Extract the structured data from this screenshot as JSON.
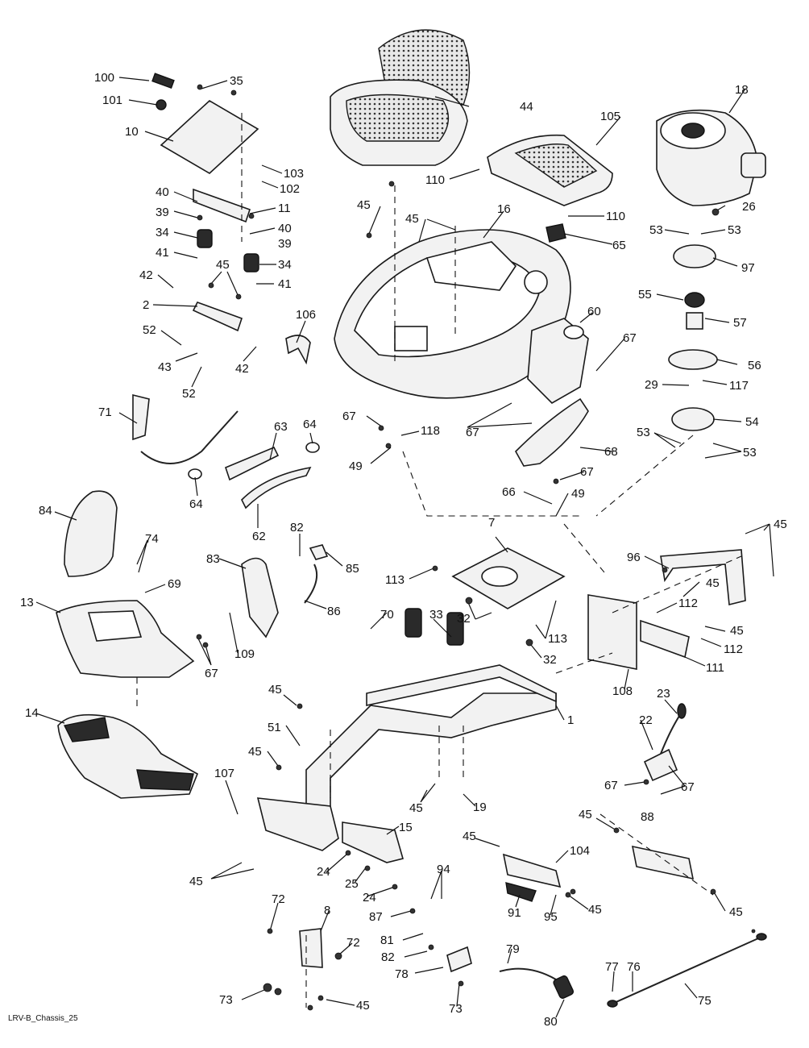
{
  "footer": {
    "drawing_id": "LRV-B_Chassis_25"
  },
  "parts": [
    {
      "id": "n100",
      "label": "100"
    },
    {
      "id": "n101",
      "label": "101"
    },
    {
      "id": "n35",
      "label": "35"
    },
    {
      "id": "n10",
      "label": "10"
    },
    {
      "id": "n103",
      "label": "103"
    },
    {
      "id": "n102",
      "label": "102"
    },
    {
      "id": "n40a",
      "label": "40"
    },
    {
      "id": "n39a",
      "label": "39"
    },
    {
      "id": "n11",
      "label": "11"
    },
    {
      "id": "n34a",
      "label": "34"
    },
    {
      "id": "n40b",
      "label": "40"
    },
    {
      "id": "n39b",
      "label": "39"
    },
    {
      "id": "n41a",
      "label": "41"
    },
    {
      "id": "n34b",
      "label": "34"
    },
    {
      "id": "n45a",
      "label": "45"
    },
    {
      "id": "n42a",
      "label": "42"
    },
    {
      "id": "n41b",
      "label": "41"
    },
    {
      "id": "n2",
      "label": "2"
    },
    {
      "id": "n106",
      "label": "106"
    },
    {
      "id": "n52a",
      "label": "52"
    },
    {
      "id": "n43",
      "label": "43"
    },
    {
      "id": "n42b",
      "label": "42"
    },
    {
      "id": "n52b",
      "label": "52"
    },
    {
      "id": "n71",
      "label": "71"
    },
    {
      "id": "n63",
      "label": "63"
    },
    {
      "id": "n64a",
      "label": "64"
    },
    {
      "id": "n64b",
      "label": "64"
    },
    {
      "id": "n62",
      "label": "62"
    },
    {
      "id": "n84",
      "label": "84"
    },
    {
      "id": "n74",
      "label": "74"
    },
    {
      "id": "n69",
      "label": "69"
    },
    {
      "id": "n13",
      "label": "13"
    },
    {
      "id": "n14",
      "label": "14"
    },
    {
      "id": "n82a",
      "label": "82"
    },
    {
      "id": "n85",
      "label": "85"
    },
    {
      "id": "n83",
      "label": "83"
    },
    {
      "id": "n86",
      "label": "86"
    },
    {
      "id": "n67a",
      "label": "67"
    },
    {
      "id": "n109",
      "label": "109"
    },
    {
      "id": "n44",
      "label": "44"
    },
    {
      "id": "n105",
      "label": "105"
    },
    {
      "id": "n110a",
      "label": "110"
    },
    {
      "id": "n110b",
      "label": "110"
    },
    {
      "id": "n45b",
      "label": "45"
    },
    {
      "id": "n45c",
      "label": "45"
    },
    {
      "id": "n16",
      "label": "16"
    },
    {
      "id": "n65",
      "label": "65"
    },
    {
      "id": "n60",
      "label": "60"
    },
    {
      "id": "n67b",
      "label": "67"
    },
    {
      "id": "n67c",
      "label": "67"
    },
    {
      "id": "n67d",
      "label": "67"
    },
    {
      "id": "n118",
      "label": "118"
    },
    {
      "id": "n49a",
      "label": "49"
    },
    {
      "id": "n68",
      "label": "68"
    },
    {
      "id": "n67e",
      "label": "67"
    },
    {
      "id": "n66",
      "label": "66"
    },
    {
      "id": "n49b",
      "label": "49"
    },
    {
      "id": "n18",
      "label": "18"
    },
    {
      "id": "n26",
      "label": "26"
    },
    {
      "id": "n53a",
      "label": "53"
    },
    {
      "id": "n53b",
      "label": "53"
    },
    {
      "id": "n97",
      "label": "97"
    },
    {
      "id": "n55",
      "label": "55"
    },
    {
      "id": "n57",
      "label": "57"
    },
    {
      "id": "n56",
      "label": "56"
    },
    {
      "id": "n29",
      "label": "29"
    },
    {
      "id": "n117",
      "label": "117"
    },
    {
      "id": "n54",
      "label": "54"
    },
    {
      "id": "n53c",
      "label": "53"
    },
    {
      "id": "n53d",
      "label": "53"
    },
    {
      "id": "n7",
      "label": "7"
    },
    {
      "id": "n113a",
      "label": "113"
    },
    {
      "id": "n113b",
      "label": "113"
    },
    {
      "id": "n32a",
      "label": "32"
    },
    {
      "id": "n32b",
      "label": "32"
    },
    {
      "id": "n70",
      "label": "70"
    },
    {
      "id": "n33",
      "label": "33"
    },
    {
      "id": "n45d",
      "label": "45"
    },
    {
      "id": "n96",
      "label": "96"
    },
    {
      "id": "n45e",
      "label": "45"
    },
    {
      "id": "n112a",
      "label": "112"
    },
    {
      "id": "n45f",
      "label": "45"
    },
    {
      "id": "n112b",
      "label": "112"
    },
    {
      "id": "n111",
      "label": "111"
    },
    {
      "id": "n108",
      "label": "108"
    },
    {
      "id": "n1",
      "label": "1"
    },
    {
      "id": "n23",
      "label": "23"
    },
    {
      "id": "n22",
      "label": "22"
    },
    {
      "id": "n67f",
      "label": "67"
    },
    {
      "id": "n67g",
      "label": "67"
    },
    {
      "id": "n45g",
      "label": "45"
    },
    {
      "id": "n51",
      "label": "51"
    },
    {
      "id": "n45h",
      "label": "45"
    },
    {
      "id": "n19",
      "label": "19"
    },
    {
      "id": "n45i",
      "label": "45"
    },
    {
      "id": "n107",
      "label": "107"
    },
    {
      "id": "n15",
      "label": "15"
    },
    {
      "id": "n24a",
      "label": "24"
    },
    {
      "id": "n25",
      "label": "25"
    },
    {
      "id": "n24b",
      "label": "24"
    },
    {
      "id": "n45j",
      "label": "45"
    },
    {
      "id": "n45k",
      "label": "45"
    },
    {
      "id": "n88",
      "label": "88"
    },
    {
      "id": "n45l",
      "label": "45"
    },
    {
      "id": "n104",
      "label": "104"
    },
    {
      "id": "n94",
      "label": "94"
    },
    {
      "id": "n45m",
      "label": "45"
    },
    {
      "id": "n91",
      "label": "91"
    },
    {
      "id": "n95",
      "label": "95"
    },
    {
      "id": "n45n",
      "label": "45"
    },
    {
      "id": "n72a",
      "label": "72"
    },
    {
      "id": "n8",
      "label": "8"
    },
    {
      "id": "n72b",
      "label": "72"
    },
    {
      "id": "n87",
      "label": "87"
    },
    {
      "id": "n81",
      "label": "81"
    },
    {
      "id": "n82b",
      "label": "82"
    },
    {
      "id": "n79",
      "label": "79"
    },
    {
      "id": "n78",
      "label": "78"
    },
    {
      "id": "n73a",
      "label": "73"
    },
    {
      "id": "n45o",
      "label": "45"
    },
    {
      "id": "n73b",
      "label": "73"
    },
    {
      "id": "n77",
      "label": "77"
    },
    {
      "id": "n76",
      "label": "76"
    },
    {
      "id": "n80",
      "label": "80"
    },
    {
      "id": "n75",
      "label": "75"
    }
  ]
}
